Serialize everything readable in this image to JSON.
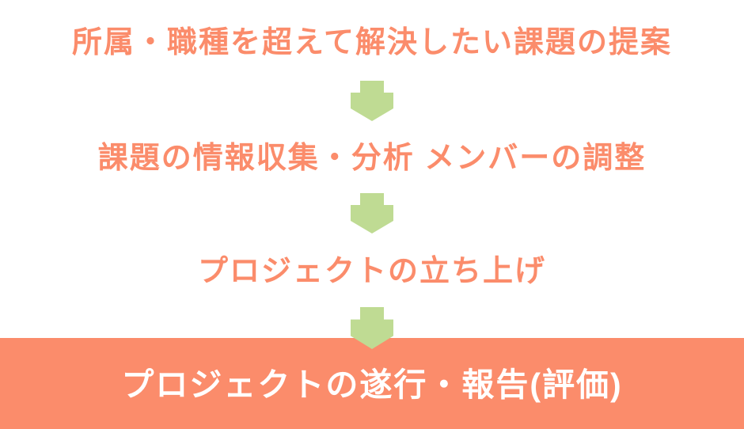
{
  "page": {
    "background": "#ffffff"
  },
  "colors": {
    "salmon": "#FB8C6B",
    "green": "#BFDB93",
    "white": "#ffffff"
  },
  "flow": {
    "steps": [
      {
        "label": "所属・職種を超えて解決したい課題の提案"
      },
      {
        "label": "課題の情報収集・分析 メンバーの調整"
      },
      {
        "label": "プロジェクトの立ち上げ"
      },
      {
        "label": "プロジェクトの遂行・報告(評価)"
      }
    ],
    "arrow": {
      "icon": "down-arrow",
      "count": 3
    }
  }
}
